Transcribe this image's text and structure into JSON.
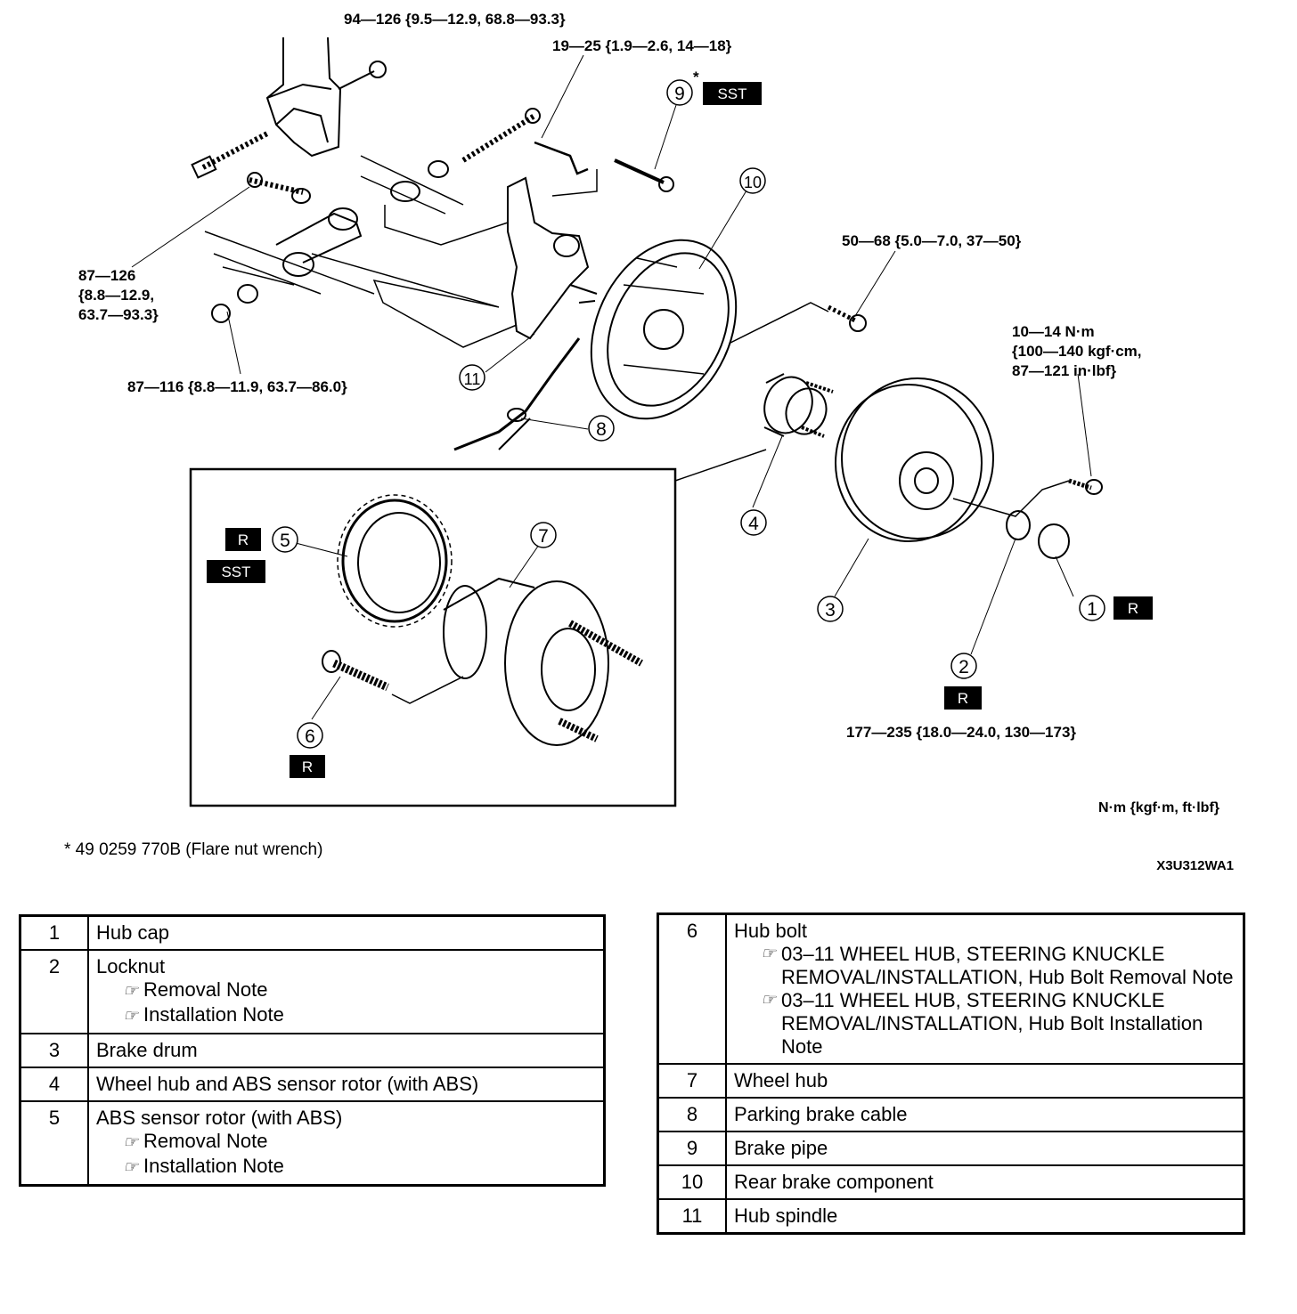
{
  "diagram": {
    "torques": {
      "t94": "94—126 {9.5—12.9, 68.8—93.3}",
      "t19": "19—25 {1.9—2.6, 14—18}",
      "t50": "50—68 {5.0—7.0, 37—50}",
      "t87a1": "87—126",
      "t87a2": "{8.8—12.9,",
      "t87a3": "63.7—93.3}",
      "t87b": "87—116 {8.8—11.9, 63.7—86.0}",
      "t10a": "10—14 N·m",
      "t10b": "{100—140 kgf·cm,",
      "t10c": "87—121 in·lbf}",
      "t177": "177—235 {18.0—24.0, 130—173}"
    },
    "callouts": [
      "1",
      "2",
      "3",
      "4",
      "5",
      "6",
      "7",
      "8",
      "9",
      "10",
      "11"
    ],
    "tags": {
      "r": "R",
      "sst": "SST"
    },
    "asterisk": "*",
    "units": "N·m {kgf·m, ft·lbf}",
    "footnote": "* 49 0259 770B (Flare nut wrench)",
    "code": "X3U312WA1"
  },
  "table_left": {
    "rows": [
      {
        "num": "1",
        "name": "Hub cap",
        "notes": []
      },
      {
        "num": "2",
        "name": "Locknut",
        "notes": [
          "Removal Note",
          "Installation Note"
        ]
      },
      {
        "num": "3",
        "name": "Brake drum",
        "notes": []
      },
      {
        "num": "4",
        "name": "Wheel hub and ABS sensor rotor (with ABS)",
        "notes": []
      },
      {
        "num": "5",
        "name": "ABS sensor rotor (with ABS)",
        "notes": [
          "Removal Note",
          "Installation Note"
        ]
      }
    ]
  },
  "table_right": {
    "rows": [
      {
        "num": "6",
        "name": "Hub bolt",
        "notes": [
          "03–11 WHEEL HUB, STEERING KNUCKLE REMOVAL/INSTALLATION, Hub Bolt Removal Note",
          "03–11 WHEEL HUB, STEERING KNUCKLE REMOVAL/INSTALLATION, Hub Bolt Installation Note"
        ]
      },
      {
        "num": "7",
        "name": "Wheel hub",
        "notes": []
      },
      {
        "num": "8",
        "name": "Parking brake cable",
        "notes": []
      },
      {
        "num": "9",
        "name": "Brake pipe",
        "notes": []
      },
      {
        "num": "10",
        "name": "Rear brake component",
        "notes": []
      },
      {
        "num": "11",
        "name": "Hub spindle",
        "notes": []
      }
    ]
  }
}
